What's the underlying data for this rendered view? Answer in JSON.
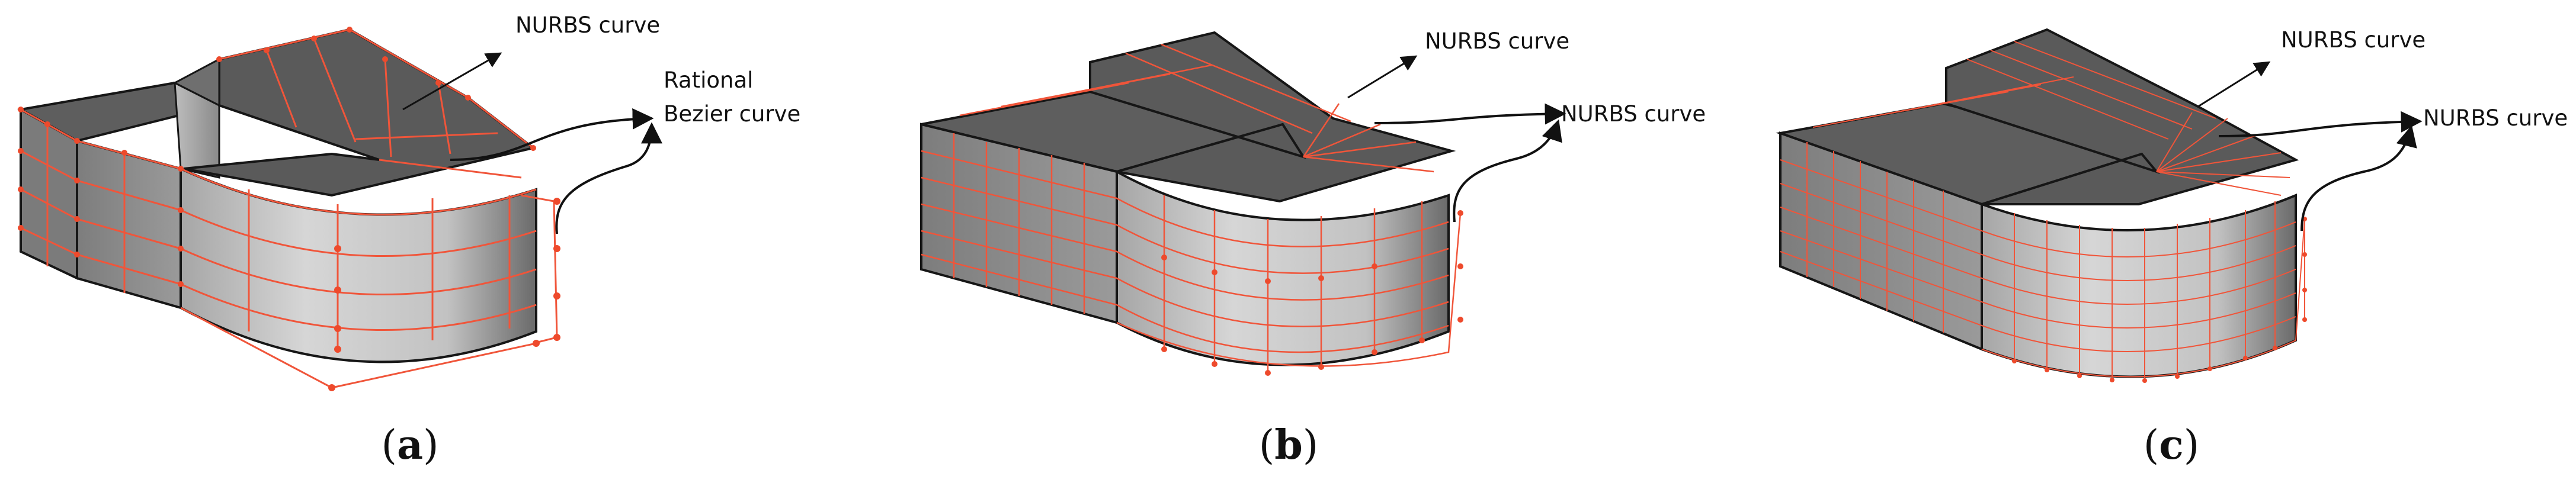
{
  "panels": [
    {
      "id": "a",
      "caption_open": "(",
      "caption_letter": "a",
      "caption_close": ")",
      "label_top": "NURBS curve",
      "label_side": [
        "Rational",
        "Bezier curve"
      ]
    },
    {
      "id": "b",
      "caption_open": "(",
      "caption_letter": "b",
      "caption_close": ")",
      "label_top": "NURBS curve",
      "label_side": [
        "NURBS curve"
      ]
    },
    {
      "id": "c",
      "caption_open": "(",
      "caption_letter": "c",
      "caption_close": ")",
      "label_top": "NURBS curve",
      "label_side": [
        "NURBS curve"
      ]
    }
  ],
  "colors": {
    "top_face": "#5c5c5c",
    "side_face_left": "#7a7a7a",
    "side_face_right": "#b4b4b4",
    "curved_face_light": "#d4d4d4",
    "curved_face_dark": "#6e6e6e",
    "edge": "#161616",
    "mesh": "#f0553a",
    "control_point": "#ee4a2c",
    "arrow": "#111111"
  }
}
